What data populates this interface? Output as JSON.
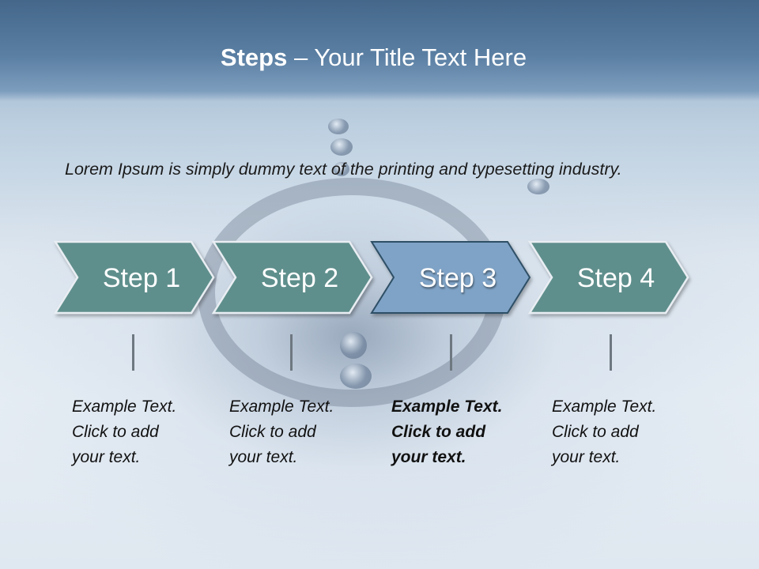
{
  "slide": {
    "title_bold": "Steps",
    "title_rest": " – Your Title Text Here",
    "intro": "Lorem Ipsum is simply dummy text of the printing and typesetting industry."
  },
  "steps": [
    {
      "label": "Step 1",
      "note": [
        "Example Text.",
        "Click  to add",
        "your text."
      ],
      "highlighted": false
    },
    {
      "label": "Step 2",
      "note": [
        "Example Text.",
        "Click  to add",
        "your text."
      ],
      "highlighted": false
    },
    {
      "label": "Step 3",
      "note": [
        "Example Text.",
        "Click  to add",
        "your text."
      ],
      "highlighted": true
    },
    {
      "label": "Step 4",
      "note": [
        "Example Text.",
        "Click  to add",
        "your text."
      ],
      "highlighted": false
    }
  ],
  "colors": {
    "step_fill": "#5e8f8c",
    "step_highlight_fill": "#7fa3c6",
    "step_border": "#2f4f66"
  }
}
